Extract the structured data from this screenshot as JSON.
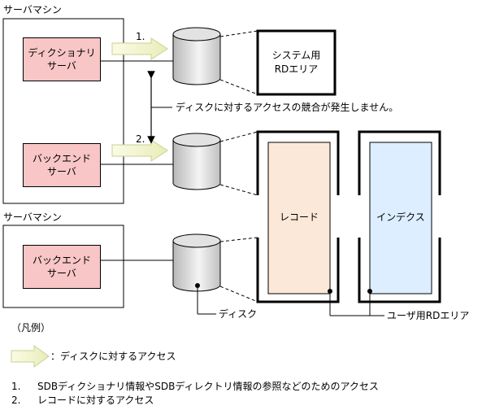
{
  "machines": [
    {
      "label": "サーバマシン"
    },
    {
      "label": "サーバマシン"
    }
  ],
  "servers": [
    {
      "line1": "ディクショナリ",
      "line2": "サーバ"
    },
    {
      "line1": "バックエンド",
      "line2": "サーバ"
    },
    {
      "line1": "バックエンド",
      "line2": "サーバ"
    }
  ],
  "arrow_numbers": [
    "1.",
    "2."
  ],
  "system_rd": {
    "line1": "システム用",
    "line2": "RDエリア"
  },
  "no_contention_note": "ディスクに対するアクセスの競合が発生しません。",
  "record_label": "レコード",
  "index_label": "インデクス",
  "disk_label": "ディスク",
  "user_rd_label": "ユーザ用RDエリア",
  "legend": {
    "title": "（凡例）",
    "arrow_desc": "：ディスクに対するアクセス"
  },
  "notes": [
    {
      "num": "1.",
      "text": "SDBディクショナリ情報やSDBディレクトリ情報の参照などのためのアクセス"
    },
    {
      "num": "2.",
      "text": "レコードに対するアクセス"
    }
  ]
}
